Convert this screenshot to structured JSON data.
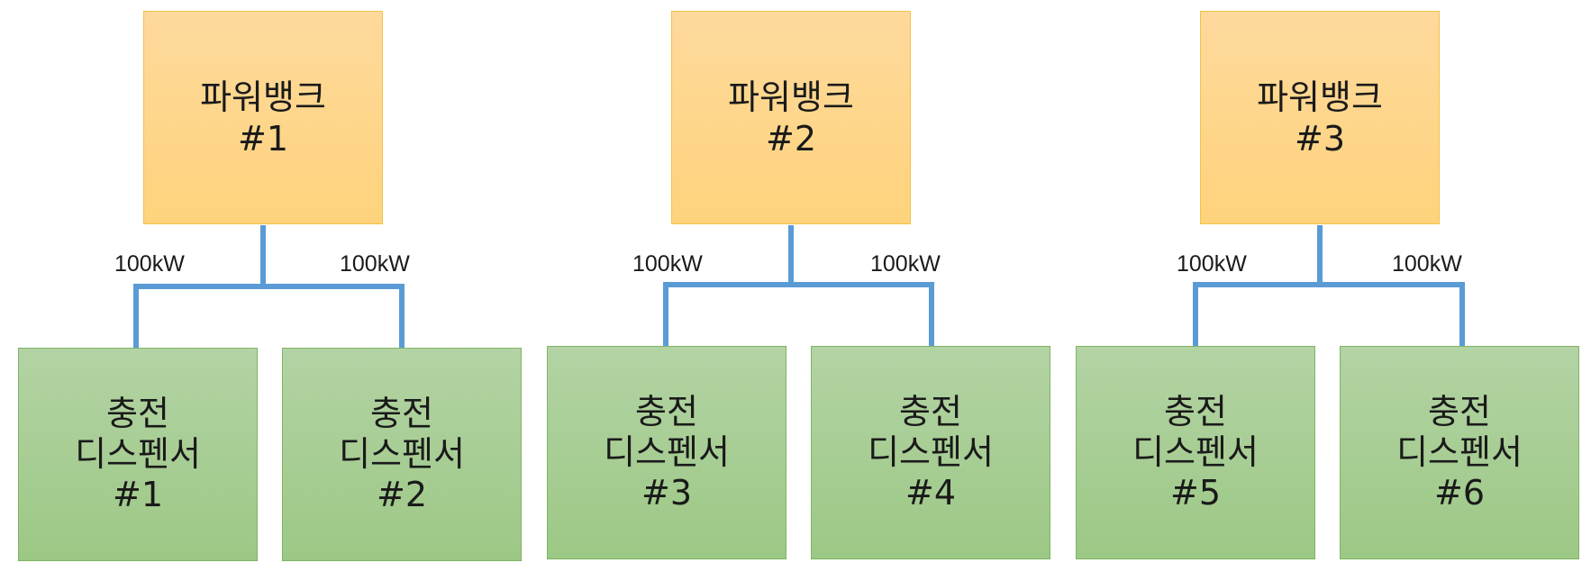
{
  "diagram": {
    "banks": [
      {
        "title": "파워뱅크",
        "number": "#1"
      },
      {
        "title": "파워뱅크",
        "number": "#2"
      },
      {
        "title": "파워뱅크",
        "number": "#3"
      }
    ],
    "dispensers": [
      {
        "line1": "충전",
        "line2": "디스펜서",
        "number": "#1"
      },
      {
        "line1": "충전",
        "line2": "디스펜서",
        "number": "#2"
      },
      {
        "line1": "충전",
        "line2": "디스펜서",
        "number": "#3"
      },
      {
        "line1": "충전",
        "line2": "디스펜서",
        "number": "#4"
      },
      {
        "line1": "충전",
        "line2": "디스펜서",
        "number": "#5"
      },
      {
        "line1": "충전",
        "line2": "디스펜서",
        "number": "#6"
      }
    ],
    "power_labels": [
      "100kW",
      "100kW",
      "100kW",
      "100kW",
      "100kW",
      "100kW"
    ],
    "colors": {
      "bank_fill": "#fed99c",
      "bank_border": "#f2c24a",
      "dispenser_fill": "#a9cf96",
      "dispenser_border": "#7fb466",
      "connector": "#5b9bd5"
    }
  }
}
